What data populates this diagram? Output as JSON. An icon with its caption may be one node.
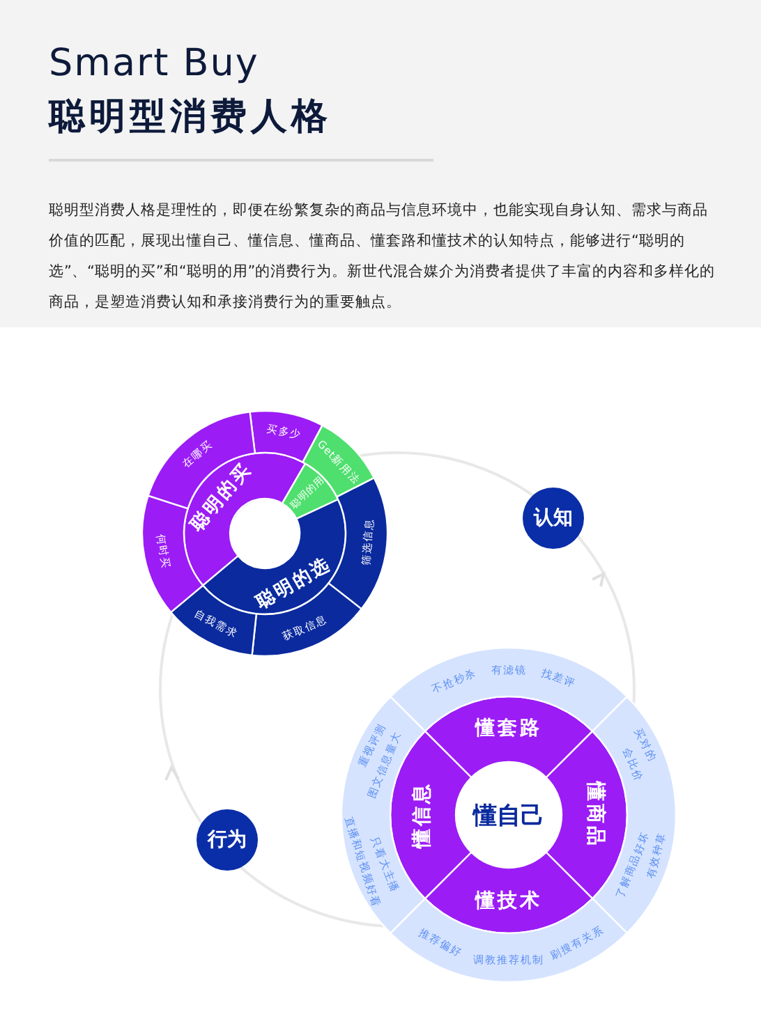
{
  "diagram": {
    "title": "Smart Buy",
    "nodes": [
      {
        "text": [
          "聪明的买"
        ]
      },
      {
        "text": [
          "聪明的用"
        ]
      },
      {
        "text": [
          "聪明的选"
        ]
      },
      {
        "text": [
          "买多少"
        ]
      },
      {
        "text": [
          "Get新用法"
        ]
      },
      {
        "text": [
          "筛选信息"
        ]
      },
      {
        "text": [
          "获取信息"
        ]
      },
      {
        "text": [
          "自我需求"
        ]
      },
      {
        "text": [
          "何时买"
        ]
      },
      {
        "text": [
          "在哪买"
        ]
      },
      {
        "text": [
          "认知"
        ]
      },
      {
        "text": [
          "懂自己"
        ]
      },
      {
        "text": [
          "懂套路"
        ]
      },
      {
        "text": [
          "懂商品"
        ]
      },
      {
        "text": [
          "懂技术"
        ]
      },
      {
        "text": [
          "懂信息"
        ]
      },
      {
        "text": [
          "不抢秒杀",
          "有滤镜",
          "找差评"
        ]
      },
      {
        "text": [
          "买对的",
          "有效种草",
          "会比价",
          "了解商品好坏"
        ]
      },
      {
        "text": [
          "推荐偏好",
          "调教推荐机制",
          "刷搜有关系"
        ]
      },
      {
        "text": [
          "重视评测",
          "直播和短视频好看",
          "图文信息量大",
          "只看大主播"
        ]
      },
      {
        "text": [
          "行为"
        ]
      }
    ],
    "labels": [
      "聪明型消费人格",
      "聪明型消费人格是理性的，即便在纷繁复杂的商品与信息环境中，也能实现自身认知、需求与商品价值的匹配，展现出懂自己、懂信息、懂商品、懂套路和懂技术的认知特点，能够进行“聪明的选”、“聪明的买”和“聪明的用”的消费行为。新世代混合媒介为消费者提供了丰富的内容和多样化的商品，是塑造消费认知和承接消费行为的重要触点。"
    ]
  }
}
